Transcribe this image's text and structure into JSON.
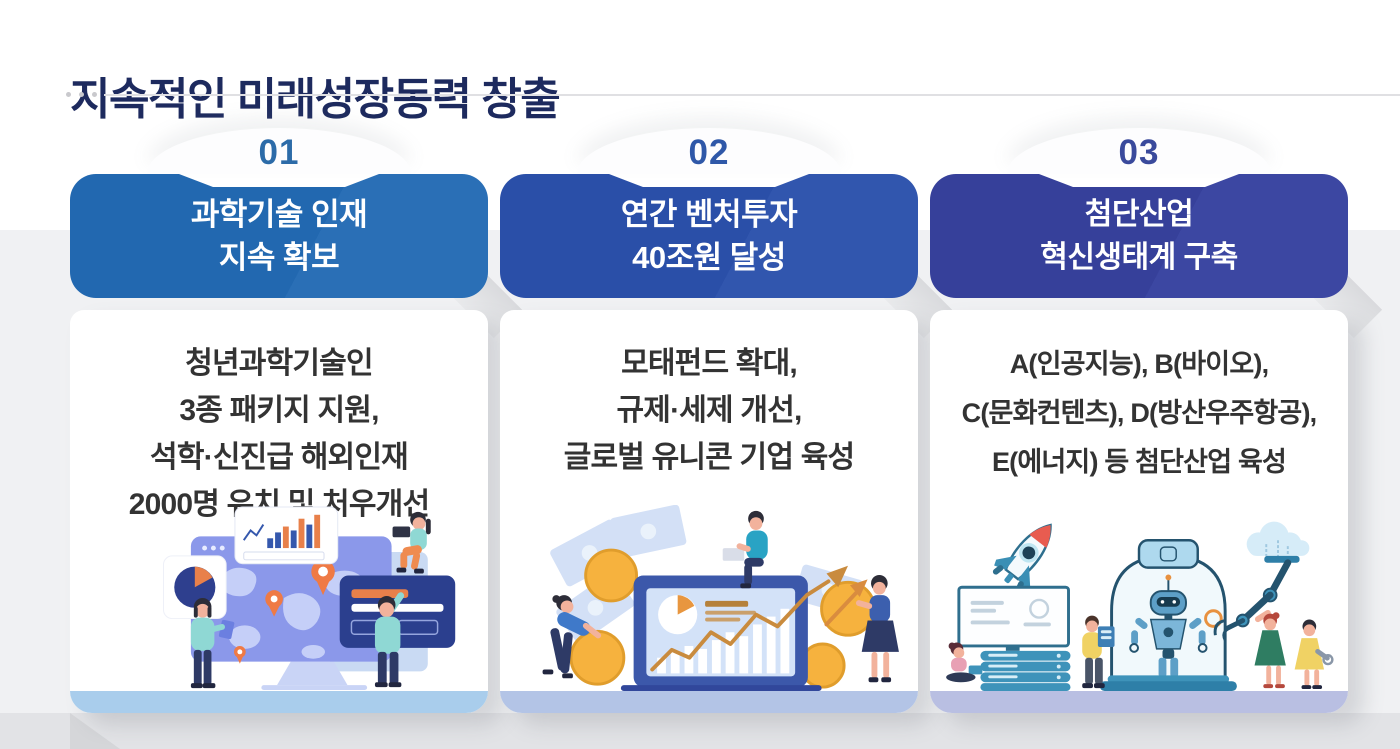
{
  "page": {
    "title": "지속적인 미래성장동력 창출"
  },
  "cards": [
    {
      "number": "01",
      "title_lines": [
        "과학기술 인재",
        "지속 확보"
      ],
      "body_lines": [
        "청년과학기술인",
        "3종 패키지 지원,",
        "석학·신진급 해외인재",
        "2000명 유치 및 처우개선"
      ],
      "header_color": "#2268b0",
      "number_color": "#2c6ba8",
      "band_color": "#a9cdec",
      "illustration": "world-map-dashboard-with-people-illustration"
    },
    {
      "number": "02",
      "title_lines": [
        "연간 벤처투자",
        "40조원 달성"
      ],
      "body_lines": [
        "모태펀드 확대,",
        "규제·세제 개선,",
        "글로벌 유니콘 기업 육성"
      ],
      "header_color": "#2a4fa8",
      "number_color": "#2f58a8",
      "band_color": "#b3c4e6",
      "illustration": "investment-growth-chart-coins-illustration"
    },
    {
      "number": "03",
      "title_lines": [
        "첨단산업",
        "혁신생태계 구축"
      ],
      "body_lines": [
        "A(인공지능), B(바이오),",
        "C(문화컨텐츠), D(방산우주항공),",
        "E(에너지) 등 첨단산업 육성"
      ],
      "header_color": "#36409a",
      "number_color": "#3a4a9c",
      "band_color": "#b9bfe2",
      "illustration": "robot-rocket-innovation-lab-illustration"
    }
  ],
  "colors": {
    "title_text": "#1d2a5e",
    "body_text": "#333333",
    "background_top": "#ffffff",
    "background_mid": "#f0f1f3",
    "background_bottom": "#e2e3e6",
    "accent_orange": "#ef7a45",
    "accent_gold": "#f6b23e",
    "accent_teal": "#3a8fb5"
  }
}
